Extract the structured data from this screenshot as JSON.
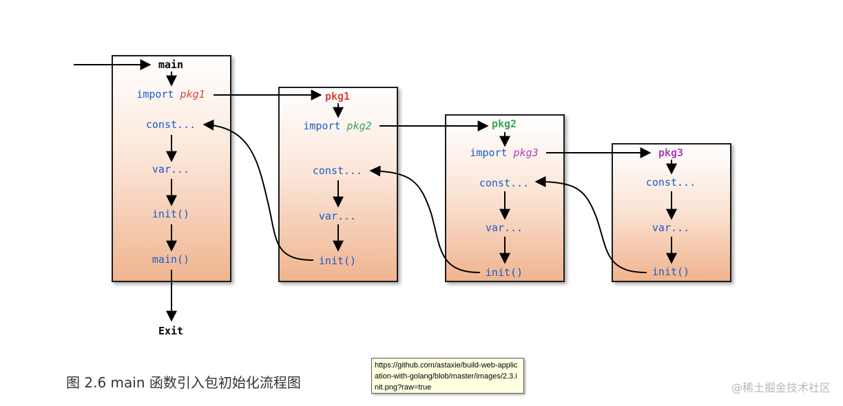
{
  "diagram": {
    "main_box": {
      "title": "main",
      "import_kw": "import",
      "import_pkg": "pkg1",
      "const": "const...",
      "var": "var...",
      "init": "init()",
      "main": "main()",
      "exit": "Exit"
    },
    "pkg1_box": {
      "title": "pkg1",
      "import_kw": "import",
      "import_pkg": "pkg2",
      "const": "const...",
      "var": "var...",
      "init": "init()"
    },
    "pkg2_box": {
      "title": "pkg2",
      "import_kw": "import",
      "import_pkg": "pkg3",
      "const": "const...",
      "var": "var...",
      "init": "init()"
    },
    "pkg3_box": {
      "title": "pkg3",
      "const": "const...",
      "var": "var...",
      "init": "init()"
    },
    "colors": {
      "pkg1": "#d9453a",
      "pkg2": "#3aa35a",
      "pkg3": "#b23cb8",
      "keyword": "#1a5cc8"
    }
  },
  "caption": "图 2.6 main 函数引入包初始化流程图",
  "tooltip": "https://github.com/astaxie/build-web-application-with-golang/blob/master/images/2.3.init.png?raw=true",
  "watermark": "@稀土掘金技术社区"
}
